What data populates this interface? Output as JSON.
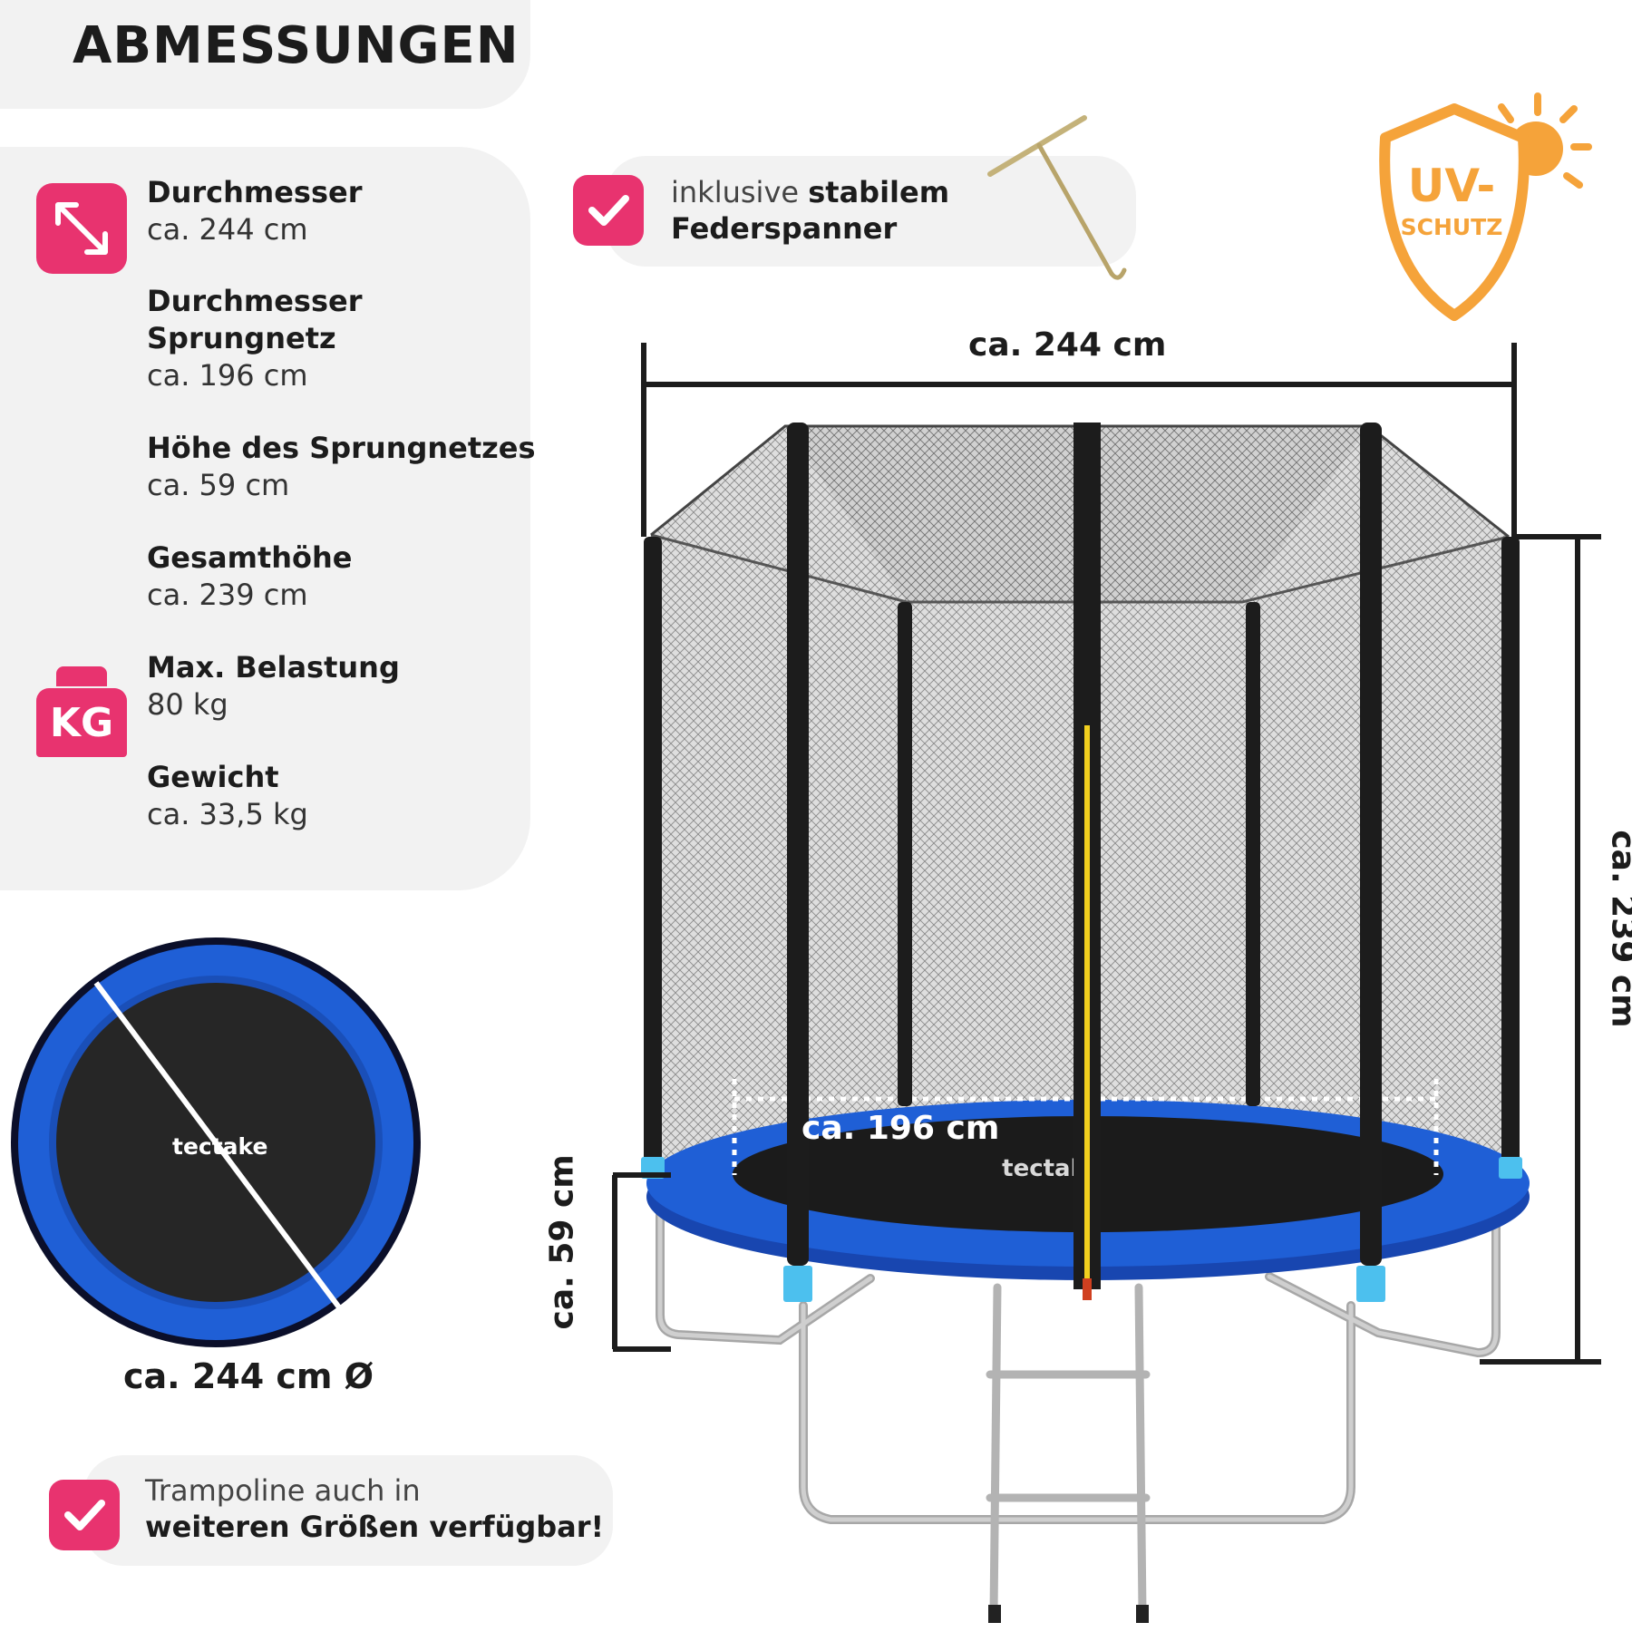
{
  "header": {
    "title": "ABMESSUNGEN"
  },
  "specs": [
    {
      "label": "Durchmesser",
      "value": "ca. 244 cm"
    },
    {
      "label": "Durchmesser",
      "label2": "Sprungnetz",
      "value": "ca. 196 cm"
    },
    {
      "label": "Höhe des Sprungnetzes",
      "value": "ca. 59 cm"
    },
    {
      "label": "Gesamthöhe",
      "value": "ca. 239 cm"
    },
    {
      "label": "Max. Belastung",
      "value": "80 kg"
    },
    {
      "label": "Gewicht",
      "value": "ca. 33,5 kg"
    }
  ],
  "weight_icon_text": "KG",
  "feature_top": {
    "prefix": "inklusive",
    "bold1": "stabilem",
    "bold2": "Federspanner"
  },
  "feature_bottom": {
    "line1": "Trampoline auch in",
    "line2": "weiteren Größen verfügbar!"
  },
  "uv_badge": {
    "line1": "UV-",
    "line2": "SCHUTZ"
  },
  "dimensions": {
    "width": "ca. 244 cm",
    "height_total": "ca. 239 cm",
    "net_height": "ca. 59 cm",
    "mat_diameter": "ca. 196 cm",
    "top_view_diameter": "ca.  244 cm Ø"
  },
  "brand": "tectake",
  "colors": {
    "accent": "#e8336f",
    "uv_orange": "#f5a33a",
    "pad_blue": "#1f5fd6",
    "frame": "#1c1c1c"
  }
}
